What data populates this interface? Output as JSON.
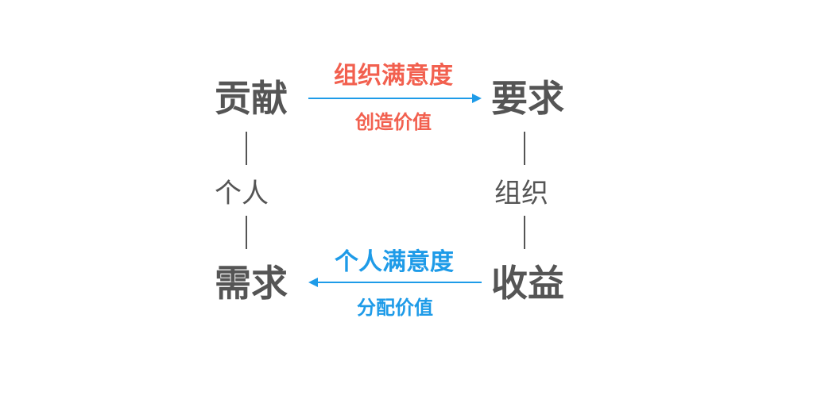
{
  "nodes": {
    "top_left": "贡献",
    "top_right": "要求",
    "bottom_left": "需求",
    "bottom_right": "收益"
  },
  "edges": {
    "top": {
      "label_above": "组织满意度",
      "label_below": "创造价值",
      "color": "#f2604f",
      "arrow_color": "#1e9be8",
      "direction": "right"
    },
    "bottom": {
      "label_above": "个人满意度",
      "label_below": "分配价值",
      "color": "#1e9be8",
      "arrow_color": "#1e9be8",
      "direction": "left"
    },
    "left": {
      "label": "个人"
    },
    "right": {
      "label": "组织"
    }
  },
  "colors": {
    "node_text": "#555555",
    "red": "#f2604f",
    "blue": "#1e9be8"
  }
}
